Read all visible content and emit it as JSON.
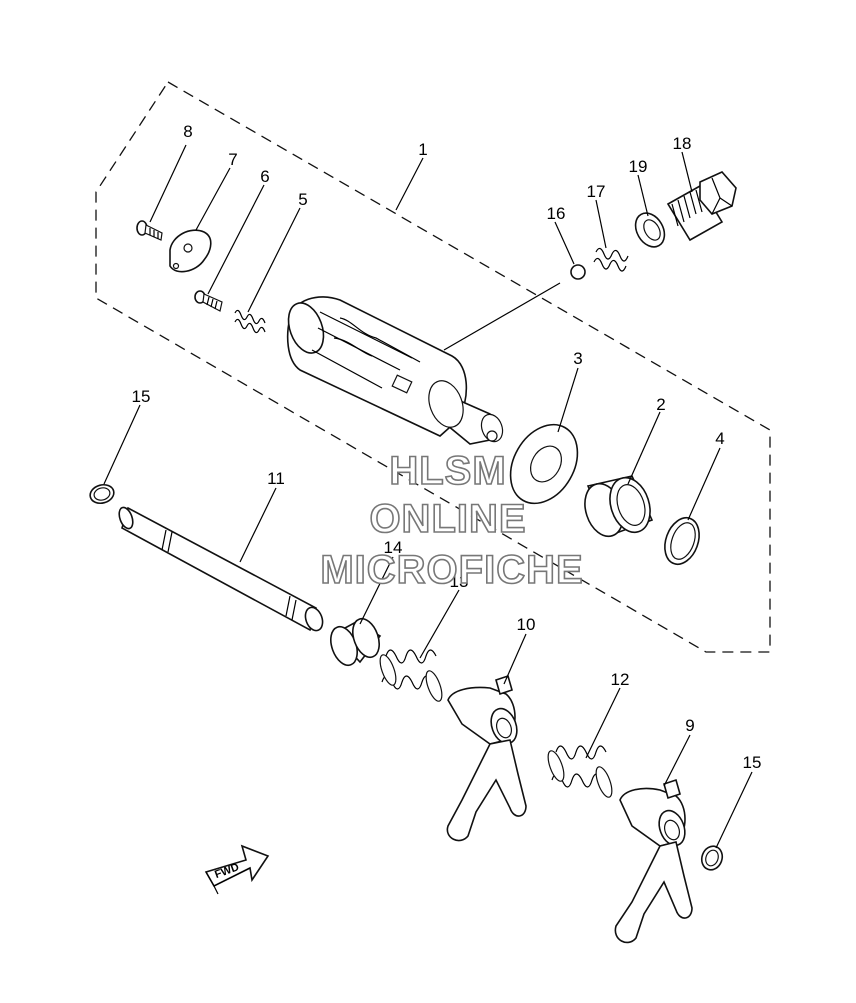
{
  "diagram": {
    "callouts": [
      "1",
      "2",
      "3",
      "4",
      "5",
      "6",
      "7",
      "8",
      "9",
      "10",
      "11",
      "12",
      "13",
      "14",
      "15",
      "15",
      "16",
      "17",
      "18",
      "19"
    ],
    "watermark": [
      "HLSM",
      "ONLINE",
      "MICROFICHE"
    ],
    "direction_label": "FWD"
  }
}
